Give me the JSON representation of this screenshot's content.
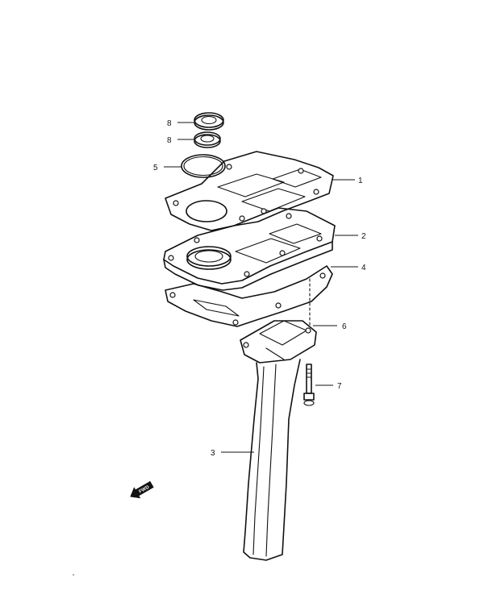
{
  "diagram": {
    "callouts": [
      {
        "id": "callout-1",
        "label": "1"
      },
      {
        "id": "callout-2",
        "label": "2"
      },
      {
        "id": "callout-3",
        "label": "3"
      },
      {
        "id": "callout-4",
        "label": "4"
      },
      {
        "id": "callout-5",
        "label": "5"
      },
      {
        "id": "callout-6",
        "label": "6"
      },
      {
        "id": "callout-7",
        "label": "7"
      },
      {
        "id": "callout-8a",
        "label": "8"
      },
      {
        "id": "callout-8b",
        "label": "8"
      }
    ],
    "fwd_label": "FWD"
  }
}
